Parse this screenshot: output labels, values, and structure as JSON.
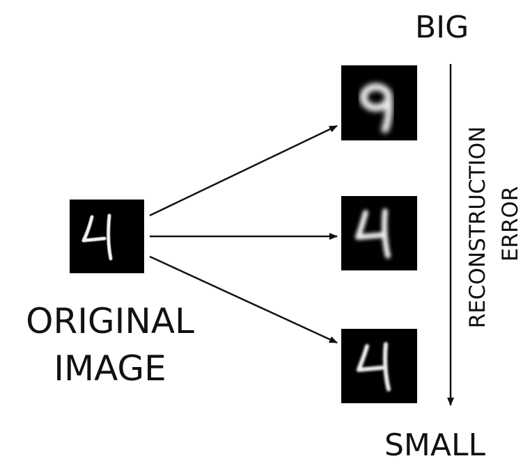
{
  "labels": {
    "top": "BIG",
    "bottom": "SMALL",
    "original_line1": "ORIGINAL",
    "original_line2": "IMAGE",
    "axis_line1": "RECONSTRUCTION",
    "axis_line2": "ERROR"
  },
  "colors": {
    "ink": "#111111",
    "image_bg": "#000000",
    "digit": "#ffffff"
  },
  "images": {
    "original_digit": "4",
    "reconstructions": [
      "9",
      "4",
      "4"
    ]
  }
}
